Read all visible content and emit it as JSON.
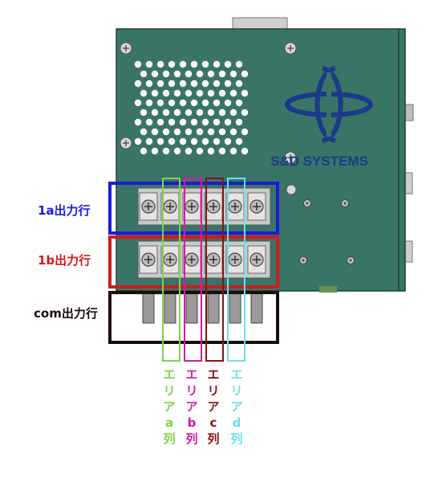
{
  "logo": {
    "text": "S&D SYSTEMS",
    "mark": "s-and-d-logo"
  },
  "rows": [
    {
      "id": "1a",
      "label": "1a出力行",
      "color": "#1a1adb"
    },
    {
      "id": "1b",
      "label": "1b出力行",
      "color": "#d21b1b"
    },
    {
      "id": "com",
      "label": "com出力行",
      "color": "#1a0d0a"
    }
  ],
  "columns": [
    {
      "id": "a",
      "label": [
        "エ",
        "リ",
        "ア",
        "a",
        "列"
      ],
      "color": "#7ed44a"
    },
    {
      "id": "b",
      "label": [
        "エ",
        "リ",
        "ア",
        "b",
        "列"
      ],
      "color": "#d21ba6"
    },
    {
      "id": "c",
      "label": [
        "エ",
        "リ",
        "ア",
        "c",
        "列"
      ],
      "color": "#8b1010"
    },
    {
      "id": "d",
      "label": [
        "エ",
        "リ",
        "ア",
        "d",
        "列"
      ],
      "color": "#6ce0ee"
    }
  ],
  "colors": {
    "housing": "#3a7466",
    "housing_dark": "#2c5a4f",
    "logo": "#1b3a8c"
  }
}
